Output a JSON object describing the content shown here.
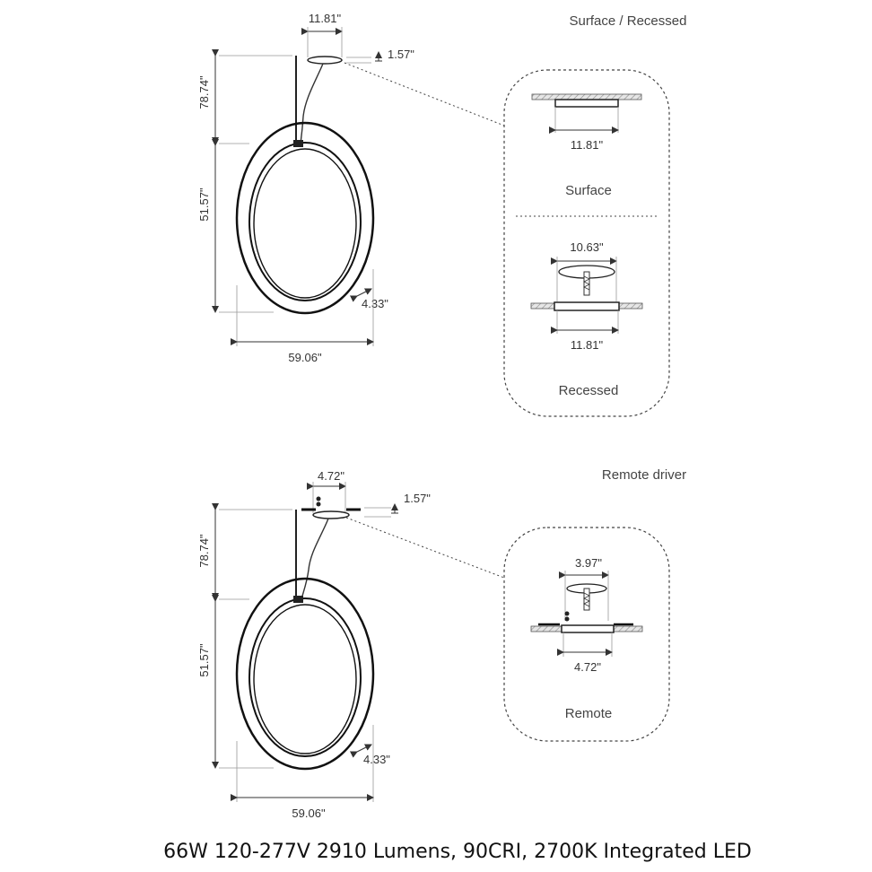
{
  "upper": {
    "header": "Surface / Recessed",
    "canopy_width": "11.81\"",
    "canopy_height": "1.57\"",
    "cable_length": "78.74\"",
    "ring_height": "51.57\"",
    "ring_depth": "4.33\"",
    "ring_width": "59.06\"",
    "detail_box": {
      "surface": {
        "width": "11.81\"",
        "caption": "Surface"
      },
      "recessed": {
        "cutout": "10.63\"",
        "width": "11.81\"",
        "caption": "Recessed"
      }
    }
  },
  "lower": {
    "header": "Remote driver",
    "canopy_width": "4.72\"",
    "canopy_height": "1.57\"",
    "cable_length": "78.74\"",
    "ring_height": "51.57\"",
    "ring_depth": "4.33\"",
    "ring_width": "59.06\"",
    "detail_box": {
      "remote": {
        "cutout": "3.97\"",
        "width": "4.72\"",
        "caption": "Remote"
      }
    }
  },
  "footer": "66W 120-277V 2910 Lumens, 90CRI, 2700K Integrated LED"
}
